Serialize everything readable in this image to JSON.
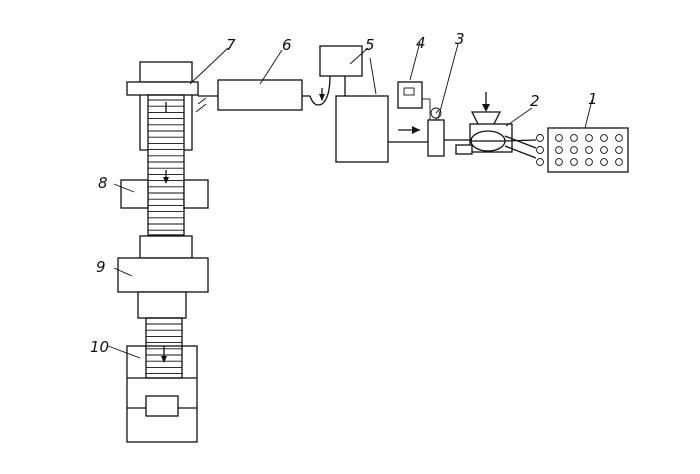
{
  "diagram": {
    "callouts": [
      {
        "id": "1",
        "label": "1"
      },
      {
        "id": "2",
        "label": "2"
      },
      {
        "id": "3",
        "label": "3"
      },
      {
        "id": "4",
        "label": "4"
      },
      {
        "id": "5",
        "label": "5"
      },
      {
        "id": "6",
        "label": "6"
      },
      {
        "id": "7",
        "label": "7"
      },
      {
        "id": "8",
        "label": "8"
      },
      {
        "id": "9",
        "label": "9"
      },
      {
        "id": "10",
        "label": "10"
      }
    ],
    "colors": {
      "ink": "#111111",
      "paper": "#ffffff"
    }
  }
}
